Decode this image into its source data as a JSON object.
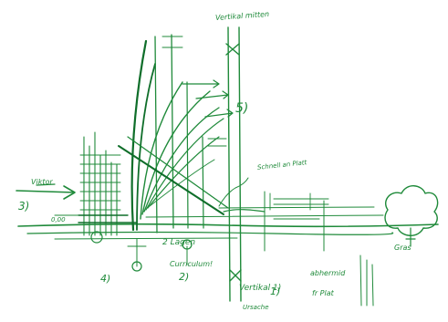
{
  "colors": {
    "ink": "#1f8a3a",
    "ink_dark": "#0f6e2a",
    "paper": "#ffffff"
  },
  "labels": {
    "top_vertical": "Vertikal mitten",
    "number_5": "5)",
    "label_3": "3)",
    "label_4": "4)",
    "label_2": "2)",
    "label_1": "1)",
    "left_arrow_text": "Viktor",
    "right_mid_text": "Schnell an Platt",
    "bottom_right_text_a": "abhermid",
    "bottom_right_text_b": "fr Plat",
    "bottom_center_text": "Vertikal 1)",
    "bottom_center_sub": "Ursache",
    "center_text_a": "2 Lagen",
    "center_text_b": "Curriculum!",
    "right_tree_text": "Gras",
    "small_left_text": "0,00"
  }
}
